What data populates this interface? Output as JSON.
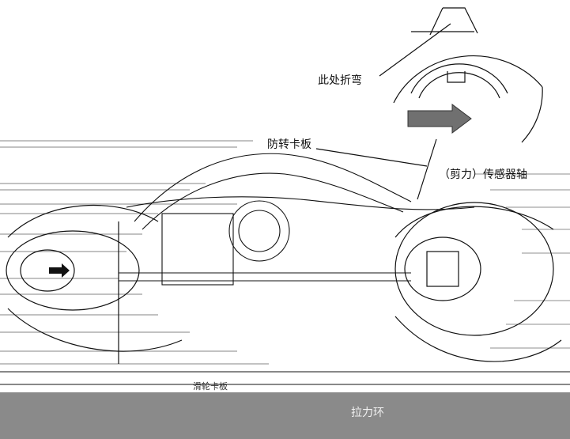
{
  "labels": {
    "bend_here": "此处折弯",
    "anti_rotation_plate": "防转卡板",
    "sensor_shaft": "（剪力）传感器轴",
    "bottom_small": "滑轮卡板",
    "bottom_main": "拉力环"
  },
  "colors": {
    "line": "#111111",
    "arrow_fill": "#707070",
    "bottom_band": "#8a8a8a"
  },
  "icons": {
    "direction_arrow": "right-arrow-icon",
    "small_arrow": "small-right-arrow-icon"
  }
}
